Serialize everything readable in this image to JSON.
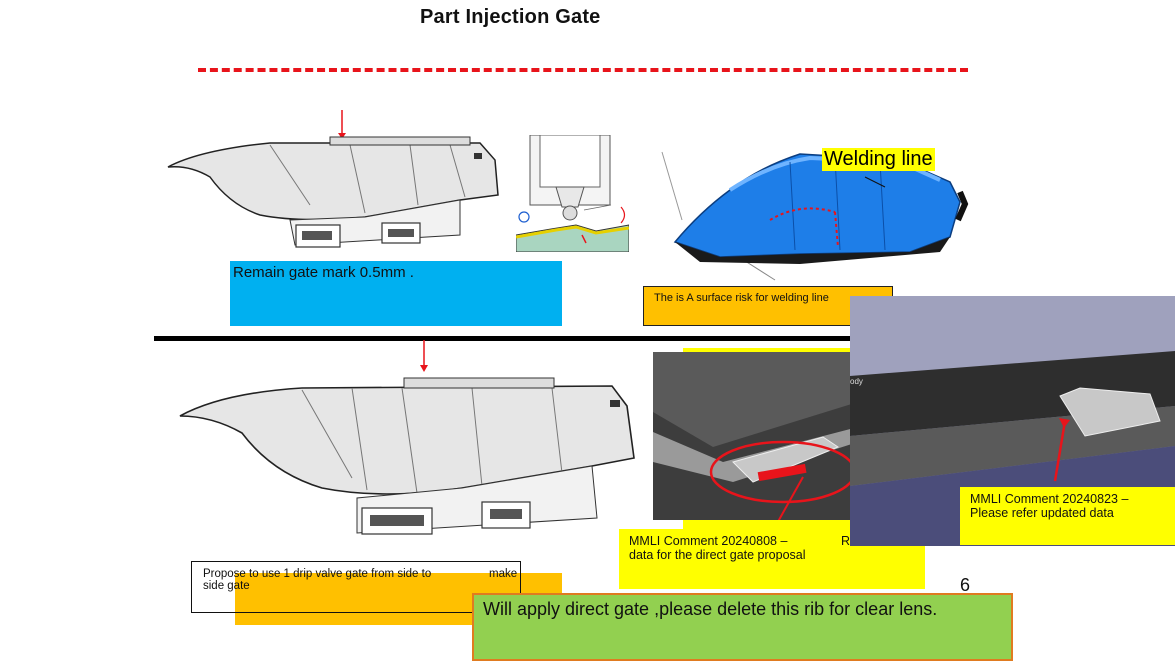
{
  "title": "Part Injection Gate",
  "welding_label": "Welding line",
  "remain_note": "Remain gate mark 0.5mm .",
  "surface_note": "The is A surface risk for welding line",
  "propose_note": {
    "line1": "Propose to use 1 drip valve gate from side to",
    "line1_tail": "make",
    "line2": "side gate"
  },
  "mmli_comment_1": {
    "line1": "MMLI Comment 20240808 –",
    "line1_tail": "R",
    "line2": "data for the direct gate proposal"
  },
  "mmli_comment_2": {
    "line1": "MMLI Comment 20240823 –",
    "line2": "Please refer updated data"
  },
  "cad_tag": "ody",
  "page_number": "6",
  "apply_note": "Will apply direct gate ,please delete this rib for clear lens.",
  "colors": {
    "dash_red": "#e8141b",
    "callout_blue": "#00b0f0",
    "callout_orange": "#ffc000",
    "callout_yellow": "#ffff00",
    "callout_green": "#92d050",
    "part_blue": "#1e7ee8"
  }
}
